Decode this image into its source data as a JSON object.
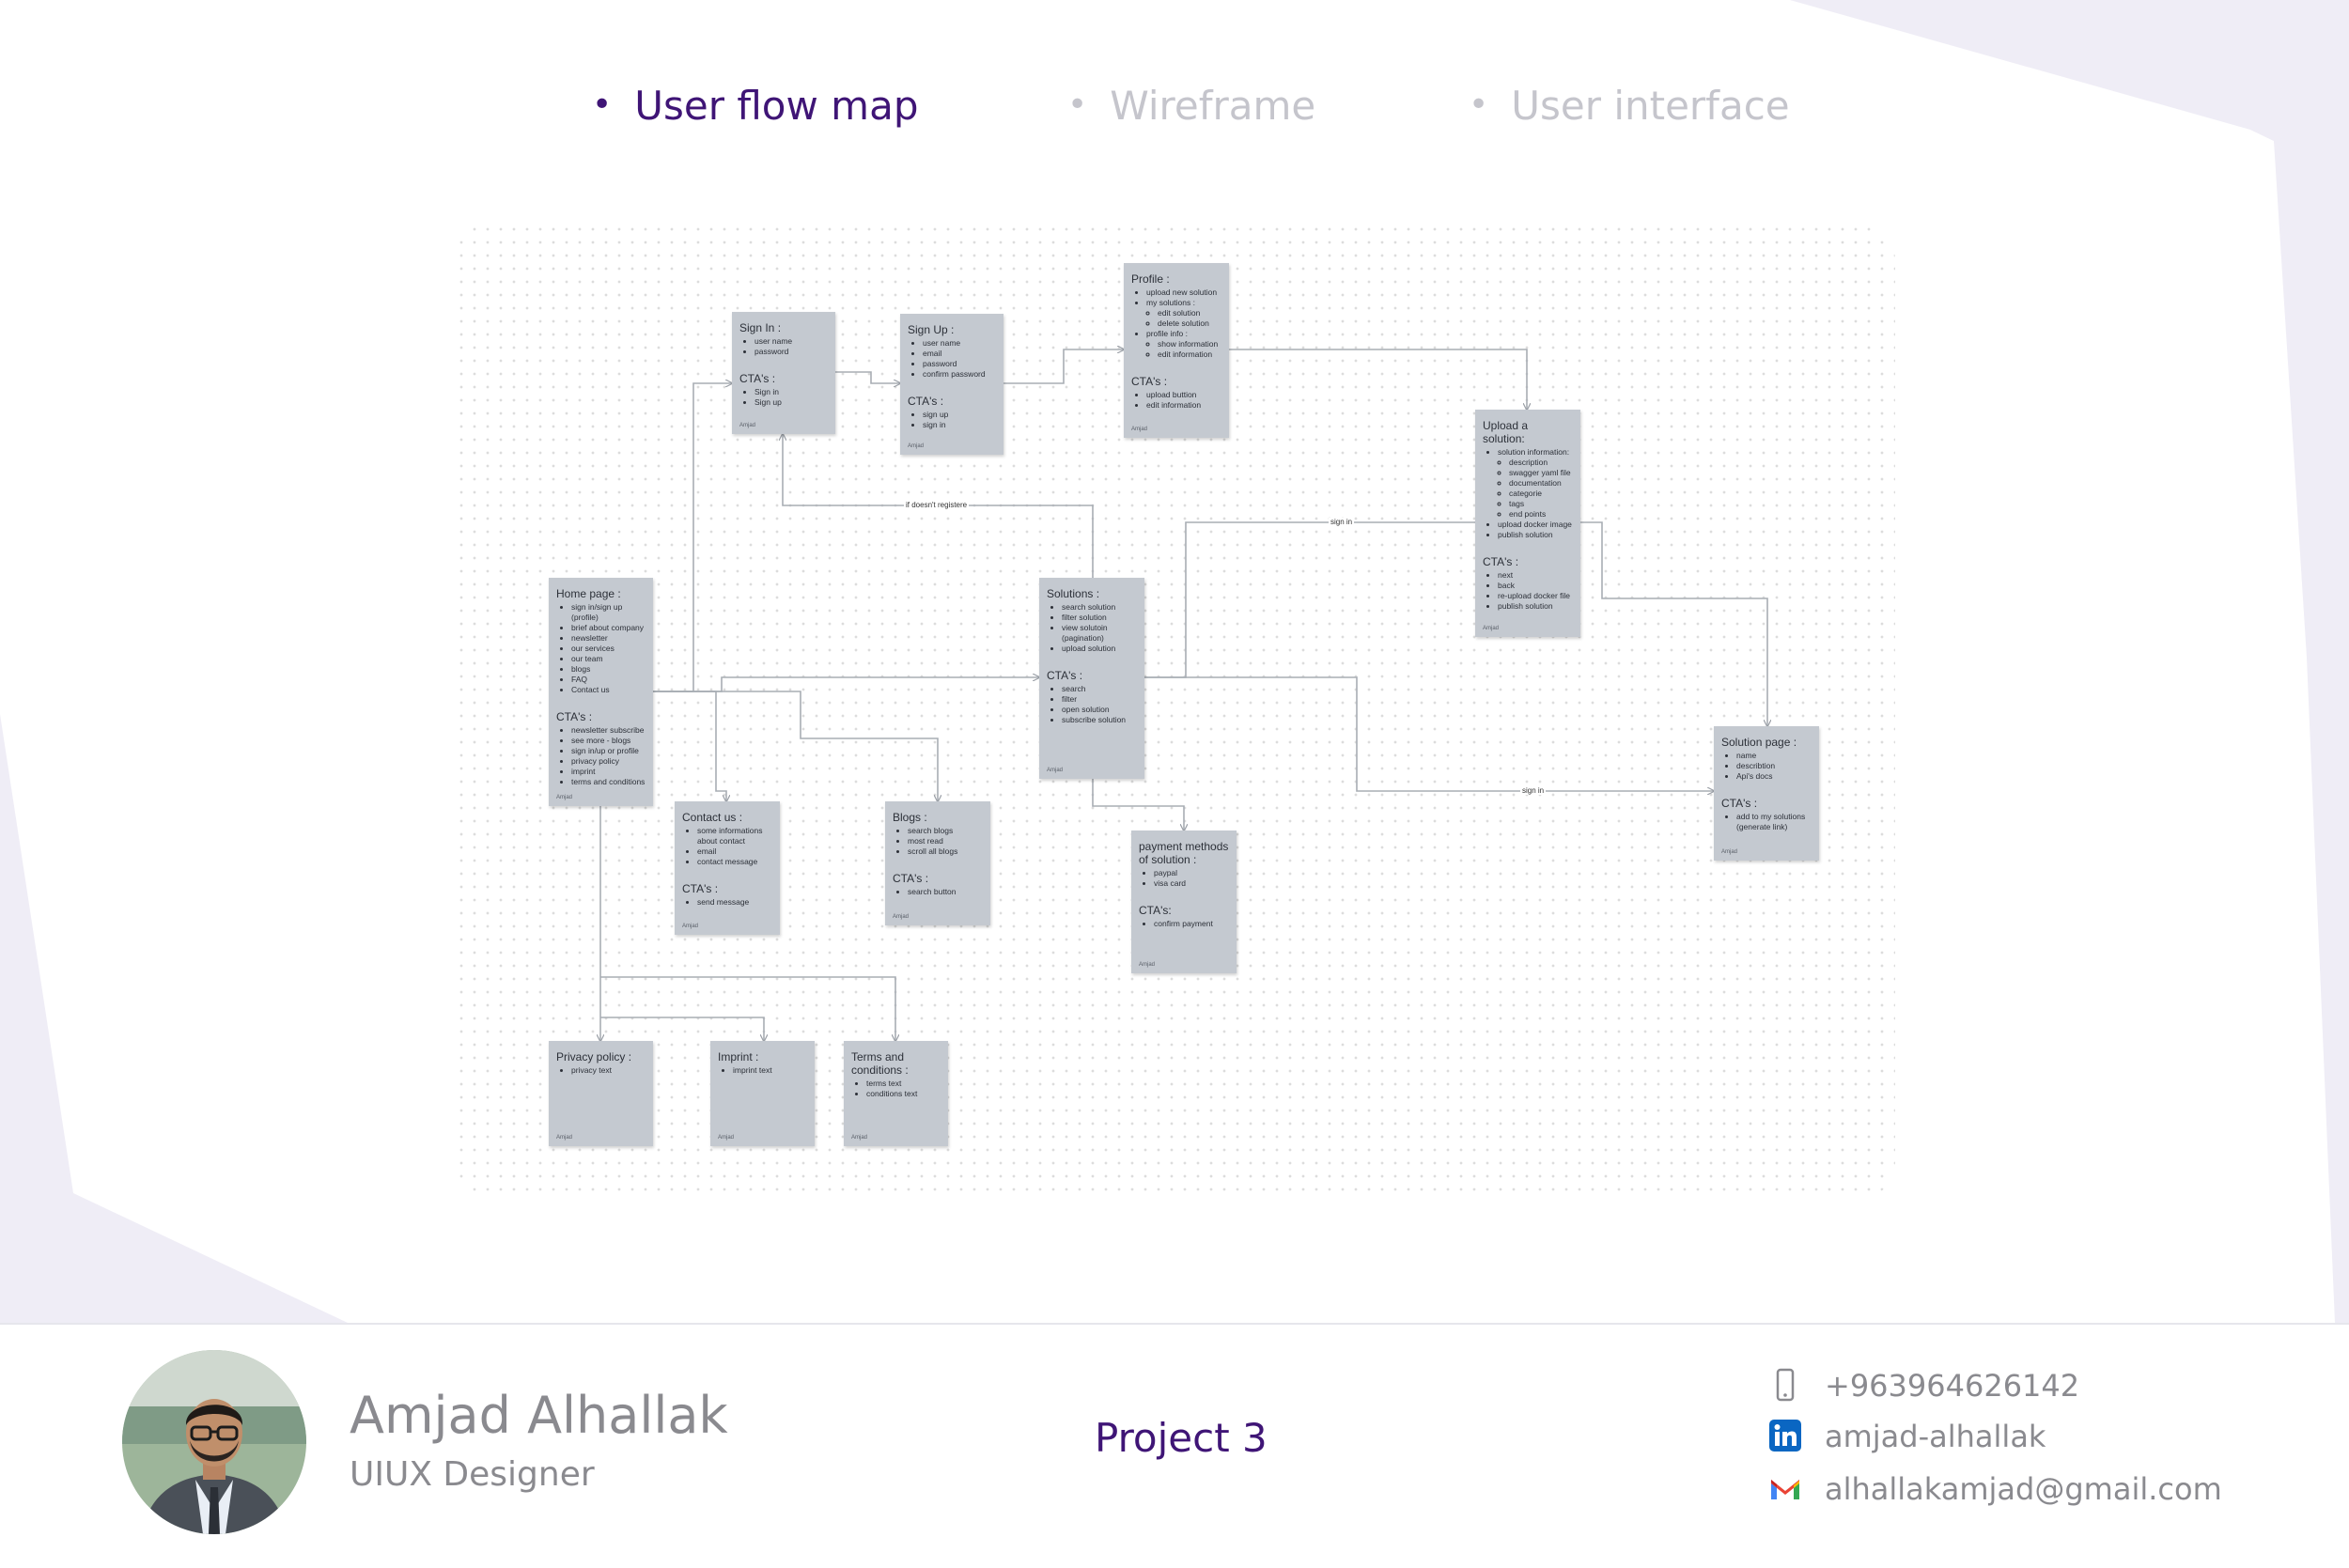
{
  "tabs": [
    {
      "label": "User flow map",
      "state": "active"
    },
    {
      "label": "Wireframe",
      "state": "inactive"
    },
    {
      "label": "User interface",
      "state": "inactive"
    }
  ],
  "flow": {
    "author_tag": "Amjad",
    "cta_heading": "CTA's :",
    "nodes": {
      "signin": {
        "title": "Sign In :",
        "items": [
          "user name",
          "password"
        ],
        "ctas": [
          "Sign in",
          "Sign up"
        ]
      },
      "signup": {
        "title": "Sign Up :",
        "items": [
          "user name",
          "email",
          "password",
          "confirm password"
        ],
        "ctas": [
          "sign up",
          "sign in"
        ]
      },
      "profile": {
        "title": "Profile :",
        "items": [
          "upload new solution",
          "my solutions :",
          "profile info :"
        ],
        "sub_solutions": [
          "edit solution",
          "delete solution"
        ],
        "sub_info": [
          "show information",
          "edit information"
        ],
        "ctas": [
          "upload buttion",
          "edit information"
        ]
      },
      "upload": {
        "title": "Upload a solution:",
        "items": [
          "solution information:",
          "upload docker image",
          "publish solution"
        ],
        "sub_info": [
          "description",
          "swagger yaml file",
          "documentation",
          "categorie",
          "tags",
          "end points"
        ],
        "ctas": [
          "next",
          "back",
          "re-upload docker file",
          "publish solution"
        ]
      },
      "home": {
        "title": "Home page :",
        "items": [
          "sign in/sign up (profile)",
          "brief about company",
          "newsletter",
          "our services",
          "our team",
          "blogs",
          "FAQ",
          "Contact us"
        ],
        "ctas": [
          "newsletter subscribe",
          "see more - blogs",
          "sign in/up or profile",
          "privacy policy",
          "imprint",
          "terms and conditions"
        ]
      },
      "solutions": {
        "title": "Solutions :",
        "items": [
          "search solution",
          "filter solution",
          "view solutoin (pagination)",
          "upload solution"
        ],
        "ctas": [
          "search",
          "filter",
          "open solution",
          "subscribe solution"
        ]
      },
      "solutionpage": {
        "title": "Solution page :",
        "items": [
          "name",
          "describtion",
          "Api's docs"
        ],
        "ctas": [
          "add to my solutions (generate link)"
        ]
      },
      "contact": {
        "title": "Contact us :",
        "items": [
          "some informations about contact",
          "email",
          "contact message"
        ],
        "ctas": [
          "send message"
        ]
      },
      "blogs": {
        "title": "Blogs :",
        "items": [
          "search blogs",
          "most read",
          "scroll all blogs"
        ],
        "ctas": [
          "search button"
        ]
      },
      "payment": {
        "title": "payment methods of solution :",
        "items": [
          "paypal",
          "visa card"
        ],
        "cta_heading": "CTA's:",
        "ctas": [
          "confirm payment"
        ]
      },
      "privacy": {
        "title": "Privacy policy :",
        "items": [
          "privacy text"
        ]
      },
      "imprint": {
        "title": "Imprint :",
        "items": [
          "imprint text"
        ]
      },
      "terms": {
        "title": "Terms and conditions :",
        "items": [
          "terms text",
          "conditions text"
        ]
      }
    },
    "edge_labels": {
      "not_registered": "if doesn't registere",
      "signin_top": "sign in",
      "signin_bottom": "sign in"
    }
  },
  "footer": {
    "name": "Amjad Alhallak",
    "role": "UIUX Designer",
    "project": "Project 3",
    "phone": "+963964626142",
    "linkedin": "amjad-alhallak",
    "email": "alhallakamjad@gmail.com"
  },
  "colors": {
    "accent": "#3f1576",
    "muted": "#c5c5cc",
    "node": "#c4c9d0",
    "linkedin": "#0a66c2"
  }
}
